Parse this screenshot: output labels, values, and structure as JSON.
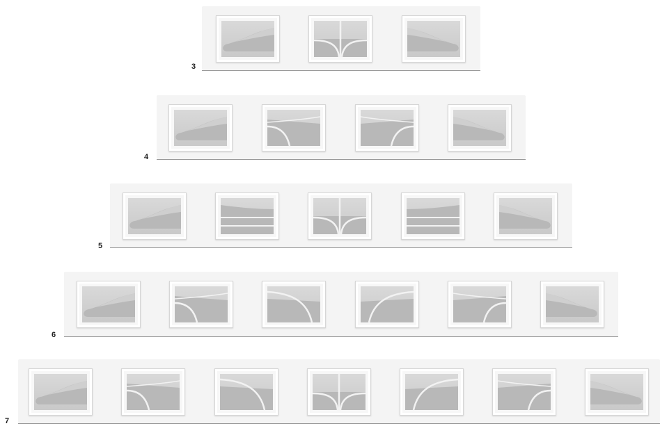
{
  "colors": {
    "panel": "#f4f4f4",
    "glass_light": "#d9d9d9",
    "glass_dark": "#b8b8b8",
    "muntin": "#f2f2f2",
    "baseline": "#9a9a9a"
  },
  "rows": [
    {
      "label": "3",
      "windows": [
        {
          "design": "left-sweep"
        },
        {
          "design": "center-split"
        },
        {
          "design": "right-sweep"
        }
      ]
    },
    {
      "label": "4",
      "windows": [
        {
          "design": "left-sweep"
        },
        {
          "design": "left-arc"
        },
        {
          "design": "right-arc"
        },
        {
          "design": "right-sweep"
        }
      ]
    },
    {
      "label": "5",
      "windows": [
        {
          "design": "left-sweep"
        },
        {
          "design": "left-bands"
        },
        {
          "design": "center-split"
        },
        {
          "design": "right-bands"
        },
        {
          "design": "right-sweep"
        }
      ]
    },
    {
      "label": "6",
      "windows": [
        {
          "design": "left-sweep"
        },
        {
          "design": "left-arc"
        },
        {
          "design": "left-large-arc"
        },
        {
          "design": "right-large-arc"
        },
        {
          "design": "right-arc"
        },
        {
          "design": "right-sweep"
        }
      ]
    },
    {
      "label": "7",
      "windows": [
        {
          "design": "left-sweep"
        },
        {
          "design": "left-arc"
        },
        {
          "design": "left-large-arc"
        },
        {
          "design": "center-split"
        },
        {
          "design": "right-large-arc"
        },
        {
          "design": "right-arc"
        },
        {
          "design": "right-sweep"
        }
      ]
    }
  ]
}
